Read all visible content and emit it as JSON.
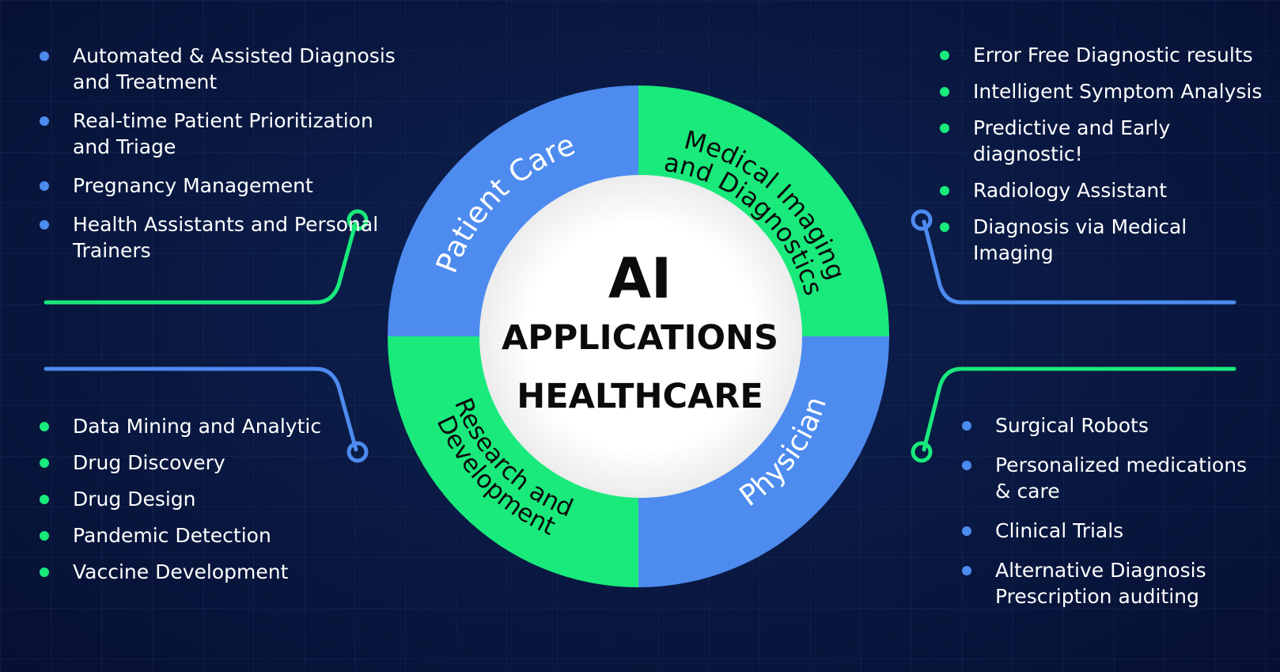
{
  "center": {
    "title": "AI",
    "line2": "APPLICATIONS",
    "line3": "HEALTHCARE"
  },
  "segments": {
    "patient_care": "Patient Care",
    "imaging_line1": "Medical Imaging",
    "imaging_line2": "and Diagnostics",
    "rnd_line1": "Research and",
    "rnd_line2": "Development",
    "physician": "Physician"
  },
  "lists": {
    "patient_care": [
      "Automated & Assisted Diagnosis and Treatment",
      "Real-time Patient Prioritization and Triage",
      "Pregnancy Management",
      "Health Assistants and Personal Trainers"
    ],
    "imaging": [
      "Error Free Diagnostic results",
      "Intelligent Symptom Analysis",
      "Predictive and Early diagnostic!",
      "Radiology Assistant",
      "Diagnosis via Medical Imaging"
    ],
    "rnd": [
      "Data Mining and Analytic",
      "Drug Discovery",
      "Drug Design",
      "Pandemic Detection",
      "Vaccine Development"
    ],
    "physician": [
      "Surgical Robots",
      "Personalized medications & care",
      "Clinical Trials",
      "Alternative Diagnosis Prescription auditing"
    ]
  },
  "colors": {
    "background": "#0a1a44",
    "blue": "#4d8bef",
    "green": "#19ea7b",
    "center": "#ffffff"
  }
}
